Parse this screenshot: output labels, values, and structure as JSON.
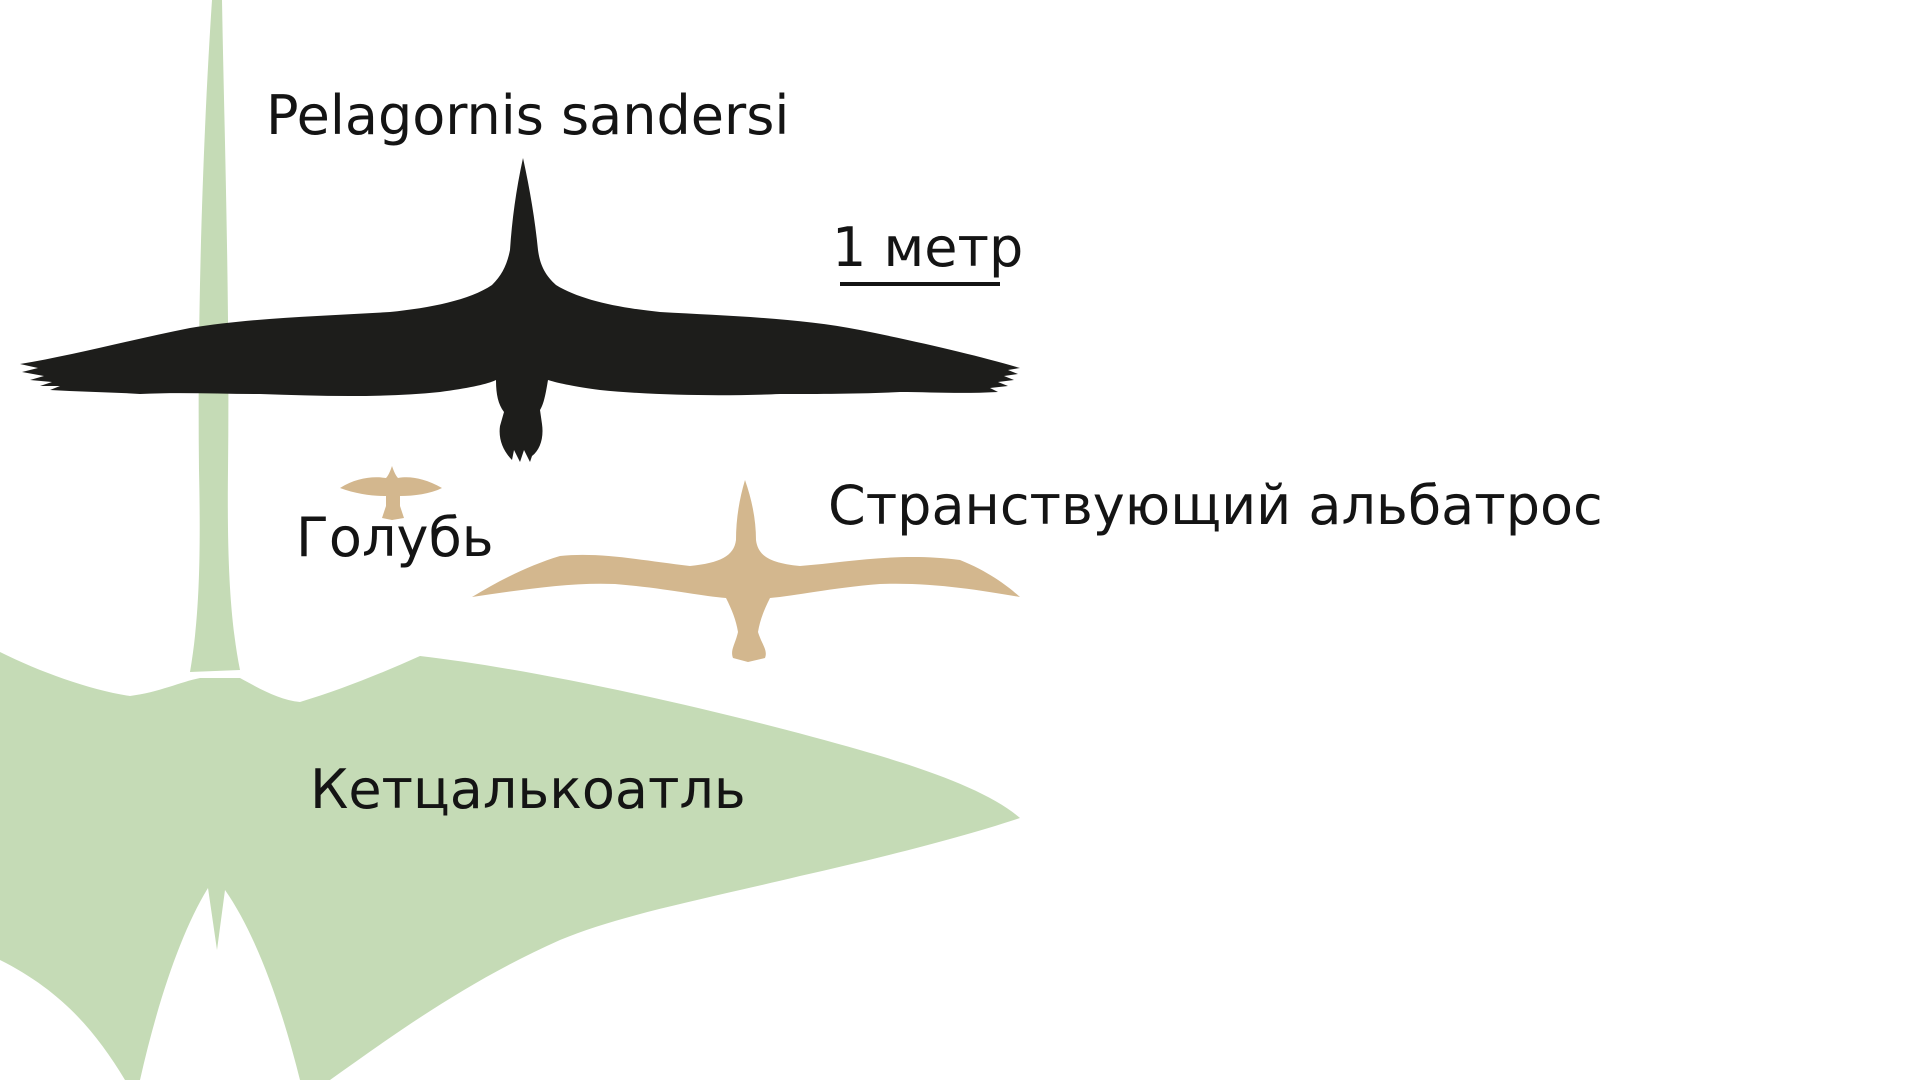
{
  "labels": {
    "pelagornis": "Pelagornis sandersi",
    "scale_bar": "1 метр",
    "pigeon": "Голубь",
    "albatross": "Странствующий альбатрос",
    "quetzalcoatlus": "Кетцалькоатль"
  },
  "colors": {
    "background": "#ffffff",
    "pelagornis": "#1d1d1b",
    "albatross_and_pigeon": "#d3b78e",
    "quetzalcoatlus": "#c5dbb6",
    "text": "#141414"
  }
}
